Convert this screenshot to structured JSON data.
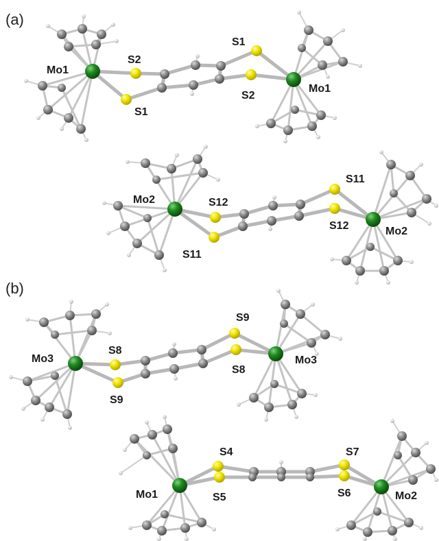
{
  "panels": [
    {
      "label": "(a)",
      "molecules": [
        {
          "labels": [
            "Mo1",
            "S2",
            "S1",
            "S1",
            "S2",
            "Mo1"
          ]
        },
        {
          "labels": [
            "Mo2",
            "S12",
            "S11",
            "S11",
            "S12",
            "Mo2"
          ]
        }
      ]
    },
    {
      "label": "(b)",
      "molecules": [
        {
          "labels": [
            "Mo3",
            "S8",
            "S9",
            "S9",
            "S8",
            "Mo3"
          ]
        },
        {
          "labels": [
            "Mo1",
            "S4",
            "S5",
            "S7",
            "S6",
            "Mo2"
          ]
        }
      ]
    }
  ],
  "colors": {
    "molybdenum": "#1a7a1a",
    "sulfur": "#f2e600",
    "carbon": "#8c8c8c",
    "hydrogen": "#dcdcdc",
    "bond": "#b8b8b8"
  }
}
